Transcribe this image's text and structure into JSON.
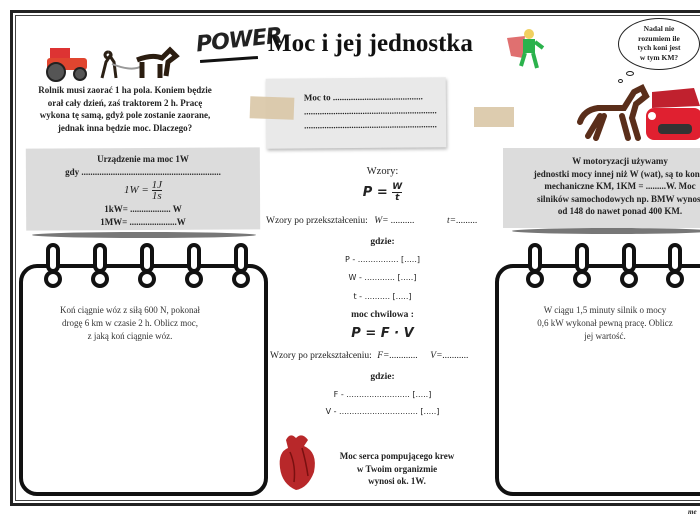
{
  "header": {
    "logo_text": "POWER",
    "title": "Moc i jej jednostka"
  },
  "intro": {
    "lines": [
      "Rolnik musi zaorać 1 ha pola. Koniem będzie",
      "orał cały dzień, zaś traktorem 2 h. Pracę",
      "wykona tę samą, gdyż pole zostanie zaorane,",
      "jednak inna będzie moc. Dlaczego?"
    ]
  },
  "definition_note": {
    "lines": [
      "Moc to ........................................",
      "...........................................................",
      "..........................................................."
    ]
  },
  "thought_bubble": {
    "lines": [
      "Nadal nie",
      "rozumiem ile",
      "tych koni jest",
      "w tym KM?"
    ]
  },
  "unit_box": {
    "heading": "Urządzenie ma moc 1W",
    "when": "gdy ..............................................................",
    "formula_lhs": "1W =",
    "formula_num": "1J",
    "formula_den": "1s",
    "kw": "1kW= .................. W",
    "mw": "1MW= .....................W"
  },
  "km_box": {
    "lines": [
      "W motoryzacji używamy",
      "jednostki mocy innej niż W (wat), są to konie",
      "mechaniczne KM, 1KM = .........W. Moc",
      "silników samochodowych np. BMW wynosi",
      "od 148 do nawet ponad 400 KM."
    ]
  },
  "formulas": {
    "heading": "Wzory:",
    "p_lhs": "P =",
    "p_num": "W",
    "p_den": "t",
    "transform_label": "Wzory po przekształceniu:",
    "w_blank": "W= ..........",
    "t_blank": "t=.........",
    "where": "gdzie:",
    "vars1": [
      "P - ................ [.....]",
      "W - ............ [.....]",
      "t - .......... [.....]"
    ],
    "instant_heading": "moc chwilowa :",
    "instant_formula": "P = F · V",
    "transform_label2": "Wzory po przekształceniu:",
    "f_blank": "F=............",
    "v_blank": "V=...........",
    "where2": "gdzie:",
    "vars2": [
      "F - ......................... [.....]",
      "V - ............................... [.....]"
    ]
  },
  "heart_fact": {
    "lines": [
      "Moc serca pompującego krew",
      "w Twoim organizmie",
      "wynosi ok. 1W."
    ]
  },
  "task_left": {
    "lines": [
      "Koń ciągnie wóz z siłą 600 N, pokonał",
      "drogę 6 km w czasie 2 h. Oblicz moc,",
      "z jaką koń ciągnie wóz."
    ]
  },
  "task_right": {
    "lines": [
      "W ciągu 1,5 minuty silnik o mocy",
      "0,6 kW wykonał pewną pracę. Oblicz",
      "jej wartość."
    ]
  },
  "footer": {
    "text": "me"
  },
  "colors": {
    "gray_box": "#dcdcdc",
    "tape": "#d9c7a6",
    "car": "#e02030",
    "horse": "#5a2e1a"
  }
}
